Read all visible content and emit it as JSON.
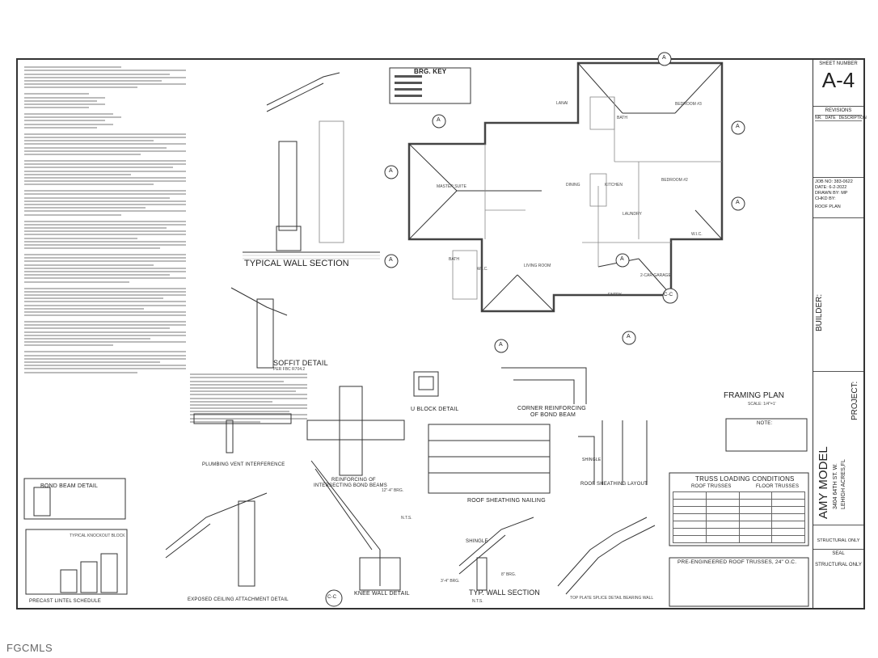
{
  "sheet": {
    "number_label": "SHEET NUMBER",
    "number": "A-4",
    "revisions_label": "REVISIONS",
    "rev_cols": [
      "NR.",
      "DATE",
      "DESCRIPTION"
    ],
    "job_no": "JOB NO: 383-0622",
    "date": "DATE: 6-2-2022",
    "drawn_by": "DRAWN BY: MP",
    "chkd_by": "CHKD BY:",
    "sheet_title": "ROOF PLAN",
    "builder_label": "BUILDER:",
    "model_name": "AMY MODEL",
    "address1": "3404 64TH ST. W.",
    "address2": "LEHIGH ACRES,FL",
    "project_label": "PROJECT:",
    "seal_label": "SEAL",
    "structural_only_1": "STRUCTURAL ONLY",
    "structural_only_2": "STRUCTURAL ONLY"
  },
  "titles": {
    "brg_key": "BRG. KEY",
    "typical_wall_section": "TYPICAL WALL SECTION",
    "soffit_detail": "SOFFIT DETAIL",
    "soffit_sub": "PER FBC R704.2",
    "u_block": "U BLOCK DETAIL",
    "corner_reinf": "CORNER REINFORCING",
    "corner_reinf_2": "OF BOND BEAM",
    "framing_plan": "FRAMING PLAN",
    "framing_scale": "SCALE: 1/4\"=1'",
    "plumbing_vent": "PLUMBING VENT INTERFERENCE",
    "reinforcing_bond": "REINFORCING OF",
    "reinforcing_bond_2": "INTERSECTING BOND BEAMS",
    "bond_beam_detail": "BOND BEAM DETAIL",
    "knockout_block": "TYPICAL KNOCKOUT BLOCK",
    "precast_lintel": "PRECAST LINTEL SCHEDULE",
    "exposed_ceiling": "EXPOSED CEILING ATTACHMENT DETAIL",
    "knee_wall": "KNEE WALL DETAIL",
    "roof_sheathing_nailing": "ROOF SHEATHING NAILING",
    "roof_sheathing_layout": "ROOF SHEATHING LAYOUT",
    "typ_wall_section": "TYP. WALL SECTION",
    "nts": "N.T.S.",
    "top_plate_splice": "TOP PLATE SPLICE DETAIL BEARING WALL",
    "truss_loading": "TRUSS LOADING CONDITIONS",
    "roof_trusses": "ROOF TRUSSES",
    "floor_trusses": "FLOOR TRUSSES",
    "pre_engineered": "PRE-ENGINEERED ROOF TRUSSES, 24\" O.C.",
    "note": "NOTE:",
    "shingle": "SHINGLE",
    "shingle_2": "SHINGLE"
  },
  "rooms": {
    "lanai": "LANAI",
    "bath1": "BATH",
    "bedroom3": "BEDROOM #3",
    "master": "MASTER SUITE",
    "dining": "DINING",
    "kitchen": "KITCHEN",
    "bedroom2": "BEDROOM #2",
    "laundry": "LAUNDRY",
    "wic1": "W.I.C.",
    "bath2": "BATH",
    "wic2": "W.I.C.",
    "living": "LIVING ROOM",
    "garage": "2-CAR GARAGE",
    "entry": "ENTRY"
  },
  "callouts": {
    "a": "A",
    "cc": "C-C"
  },
  "dims": {
    "d1": "12\"-4\" BRG.",
    "d2": "3'-4\" BRG.",
    "d3": "8\" BRG."
  },
  "watermark": "FGCMLS"
}
